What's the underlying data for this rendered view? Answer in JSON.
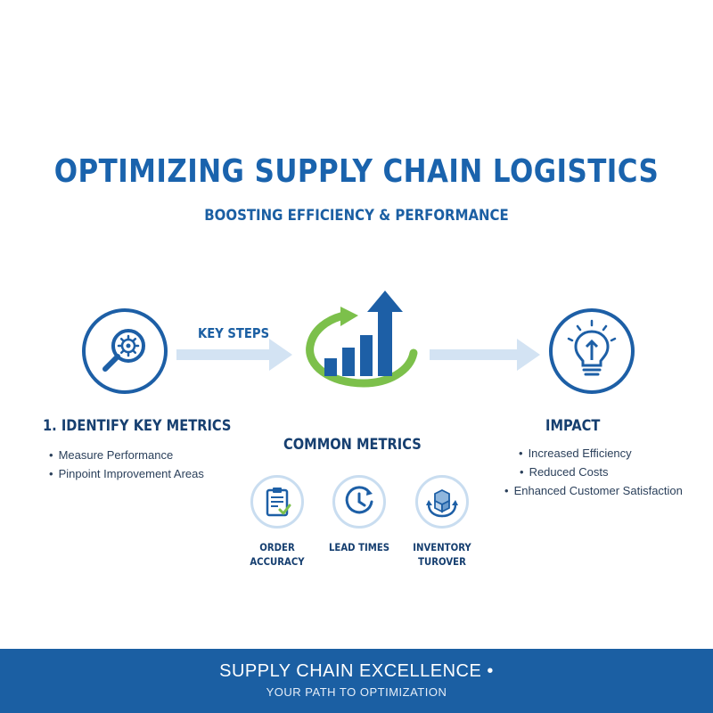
{
  "title": "OPTIMIZING SUPPLY CHAIN LOGISTICS",
  "subtitle": "BOOSTING EFFICIENCY & PERFORMANCE",
  "flow": {
    "key_steps_label": "KEY STEPS"
  },
  "step1": {
    "heading": "1. IDENTIFY KEY METRICS",
    "bullets": [
      "Measure Performance",
      "Pinpoint Improvement Areas"
    ],
    "icon": "magnifier-gear-icon"
  },
  "common_metrics": {
    "heading": "COMMON METRICS",
    "items": [
      {
        "label_line1": "ORDER",
        "label_line2": "ACCURACY",
        "icon": "clipboard-check-icon"
      },
      {
        "label_line1": "LEAD TIMES",
        "label_line2": "",
        "icon": "clock-icon"
      },
      {
        "label_line1": "INVENTORY",
        "label_line2": "TUROVER",
        "icon": "boxes-cycle-icon"
      }
    ]
  },
  "impact": {
    "heading": "IMPACT",
    "bullets": [
      "Increased Efficiency",
      "Reduced Costs",
      "Enhanced Customer Satisfaction"
    ],
    "icon": "lightbulb-arrow-icon"
  },
  "footer": {
    "main": "SUPPLY CHAIN EXCELLENCE •",
    "sub": "YOUR PATH TO OPTIMIZATION"
  },
  "colors": {
    "primary_blue": "#1b5fa3",
    "dark_navy": "#163f70",
    "accent_green": "#7cc04b",
    "arrow_light": "#d3e3f3"
  }
}
